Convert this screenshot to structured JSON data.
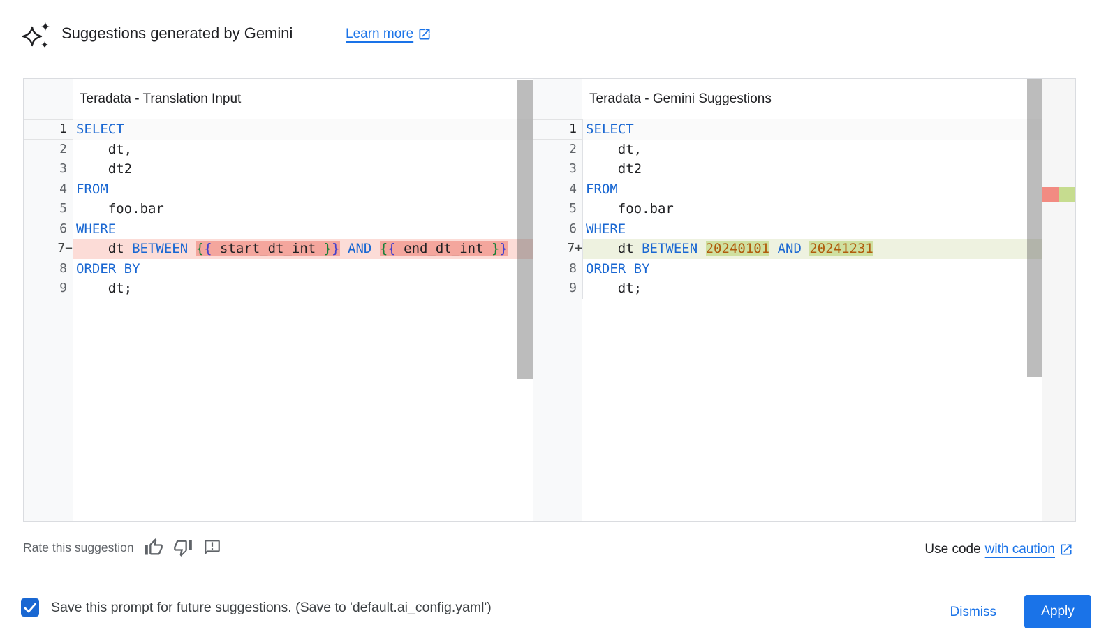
{
  "header": {
    "title": "Suggestions generated by Gemini",
    "learn_more_label": "Learn more"
  },
  "left_panel": {
    "title": "Teradata - Translation Input",
    "line_numbers": [
      "1",
      "2",
      "3",
      "4",
      "5",
      "6",
      "7−",
      "8",
      "9"
    ]
  },
  "right_panel": {
    "title": "Teradata - Gemini Suggestions",
    "line_numbers": [
      "1",
      "2",
      "3",
      "4",
      "5",
      "6",
      "7+",
      "8",
      "9"
    ]
  },
  "code": {
    "select": "SELECT",
    "dt_comma": "    dt,",
    "dt2": "    dt2",
    "from": "FROM",
    "foo_bar": "    foo.bar",
    "where": "WHERE",
    "order_by": "ORDER BY",
    "dt_semi": "    dt;",
    "line7_left": {
      "lead": "    dt ",
      "kw1": "BETWEEN",
      "sp1": " ",
      "b1o1": "{",
      "b1o2": "{",
      "tok1": " start_dt_int ",
      "b1c1": "}",
      "b1c2": "}",
      "sp2": " ",
      "kw2": "AND",
      "sp3": " ",
      "b2o1": "{",
      "b2o2": "{",
      "tok2": " end_dt_int ",
      "b2c1": "}",
      "b2c2": "}"
    },
    "line7_right": {
      "lead": "    dt ",
      "kw1": "BETWEEN",
      "sp1": " ",
      "num1": "20240101",
      "sp2": " ",
      "kw2": "AND",
      "sp3": " ",
      "num2": "20241231"
    }
  },
  "footer": {
    "rate_label": "Rate this suggestion",
    "use_code_prefix": "Use code",
    "use_code_link": "with caution",
    "save_label": "Save this prompt for future suggestions. (Save to 'default.ai_config.yaml')",
    "dismiss_label": "Dismiss",
    "apply_label": "Apply",
    "checkbox_checked": true
  },
  "icons": {
    "sparkle": "gemini four-point sparkle",
    "open_in_new": "box with arrow",
    "thumb_up": "thumbs up outline",
    "thumb_down": "thumbs down outline",
    "feedback": "speech bubble with exclamation",
    "check": "white checkmark"
  },
  "colors": {
    "accent": "#1a73e8",
    "keyword_blue": "#1967d2",
    "number_orange": "#b05c0d",
    "brace_green": "#188038",
    "brace_violet": "#4440cc",
    "removed_line_bg": "#fcdcd7",
    "removed_word_bg": "#f4a69d",
    "added_line_bg": "#eef2e0",
    "added_word_bg": "#cfe0a0",
    "ruler_red": "#f28b82",
    "ruler_green": "#c6dc8f"
  }
}
